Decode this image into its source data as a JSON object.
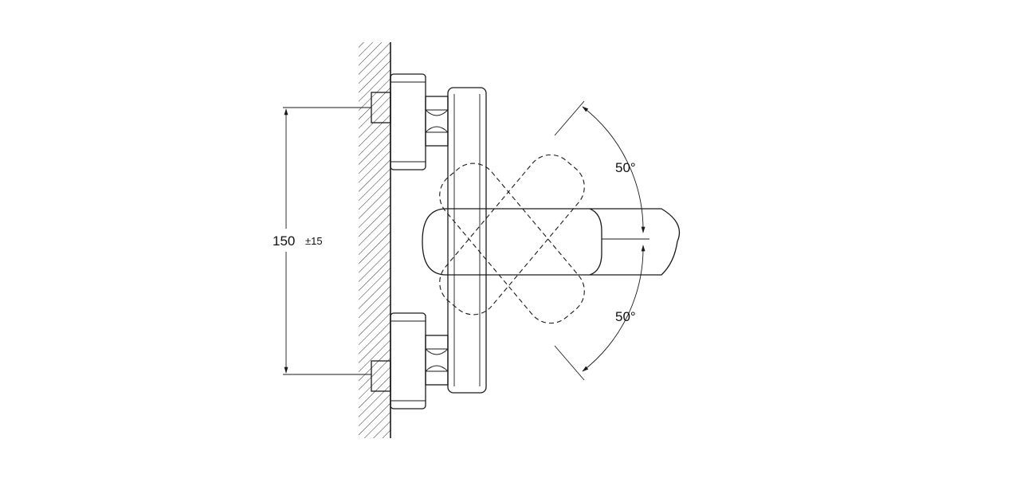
{
  "dimensions": {
    "spacing_value": "150",
    "spacing_tolerance": "±15",
    "angle_upper": "50°",
    "angle_lower": "50°"
  }
}
